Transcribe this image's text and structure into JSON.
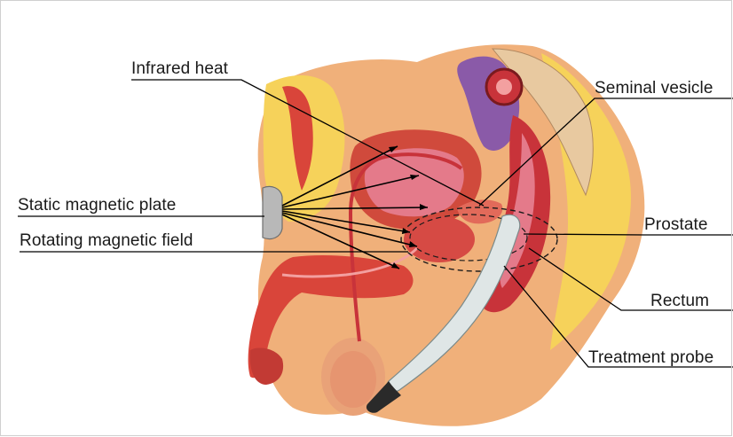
{
  "labels": {
    "infrared_heat": "Infrared heat",
    "seminal_vesicle": "Seminal vesicle",
    "static_magnetic_plate": "Static magnetic plate",
    "rotating_magnetic_field": "Rotating magnetic field",
    "prostate": "Prostate",
    "rectum": "Rectum",
    "treatment_probe": "Treatment probe"
  },
  "colors": {
    "skin": "#f0b07a",
    "fat": "#f6d25a",
    "tissue_red": "#d9453a",
    "tissue_dark": "#a8242a",
    "bladder_pink": "#e47a8a",
    "vessel_purple": "#8a5aa8",
    "probe": "#dfe6e6",
    "magnet": "#b8b8b8",
    "leader_line": "#000000"
  }
}
